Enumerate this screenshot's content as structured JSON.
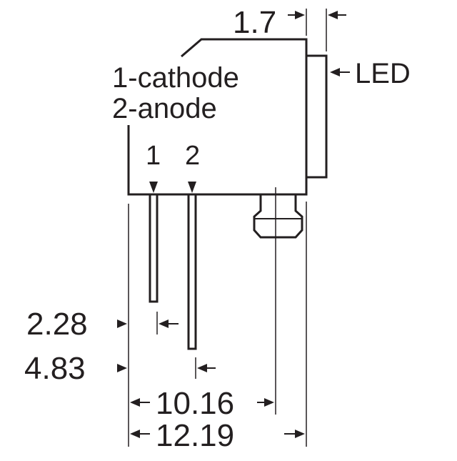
{
  "diagram": {
    "pin_legend": {
      "line1": "1-cathode",
      "line2": "2-anode"
    },
    "pin_numbers": {
      "pin1": "1",
      "pin2": "2"
    },
    "component_label": "LED",
    "dimensions": {
      "led_offset": "1.7",
      "pin_to_pin": "2.28",
      "edge_to_pin2": "4.83",
      "edge_to_post": "10.16",
      "overall_width": "12.19"
    },
    "colors": {
      "line": "#231f20",
      "background": "#ffffff"
    }
  }
}
